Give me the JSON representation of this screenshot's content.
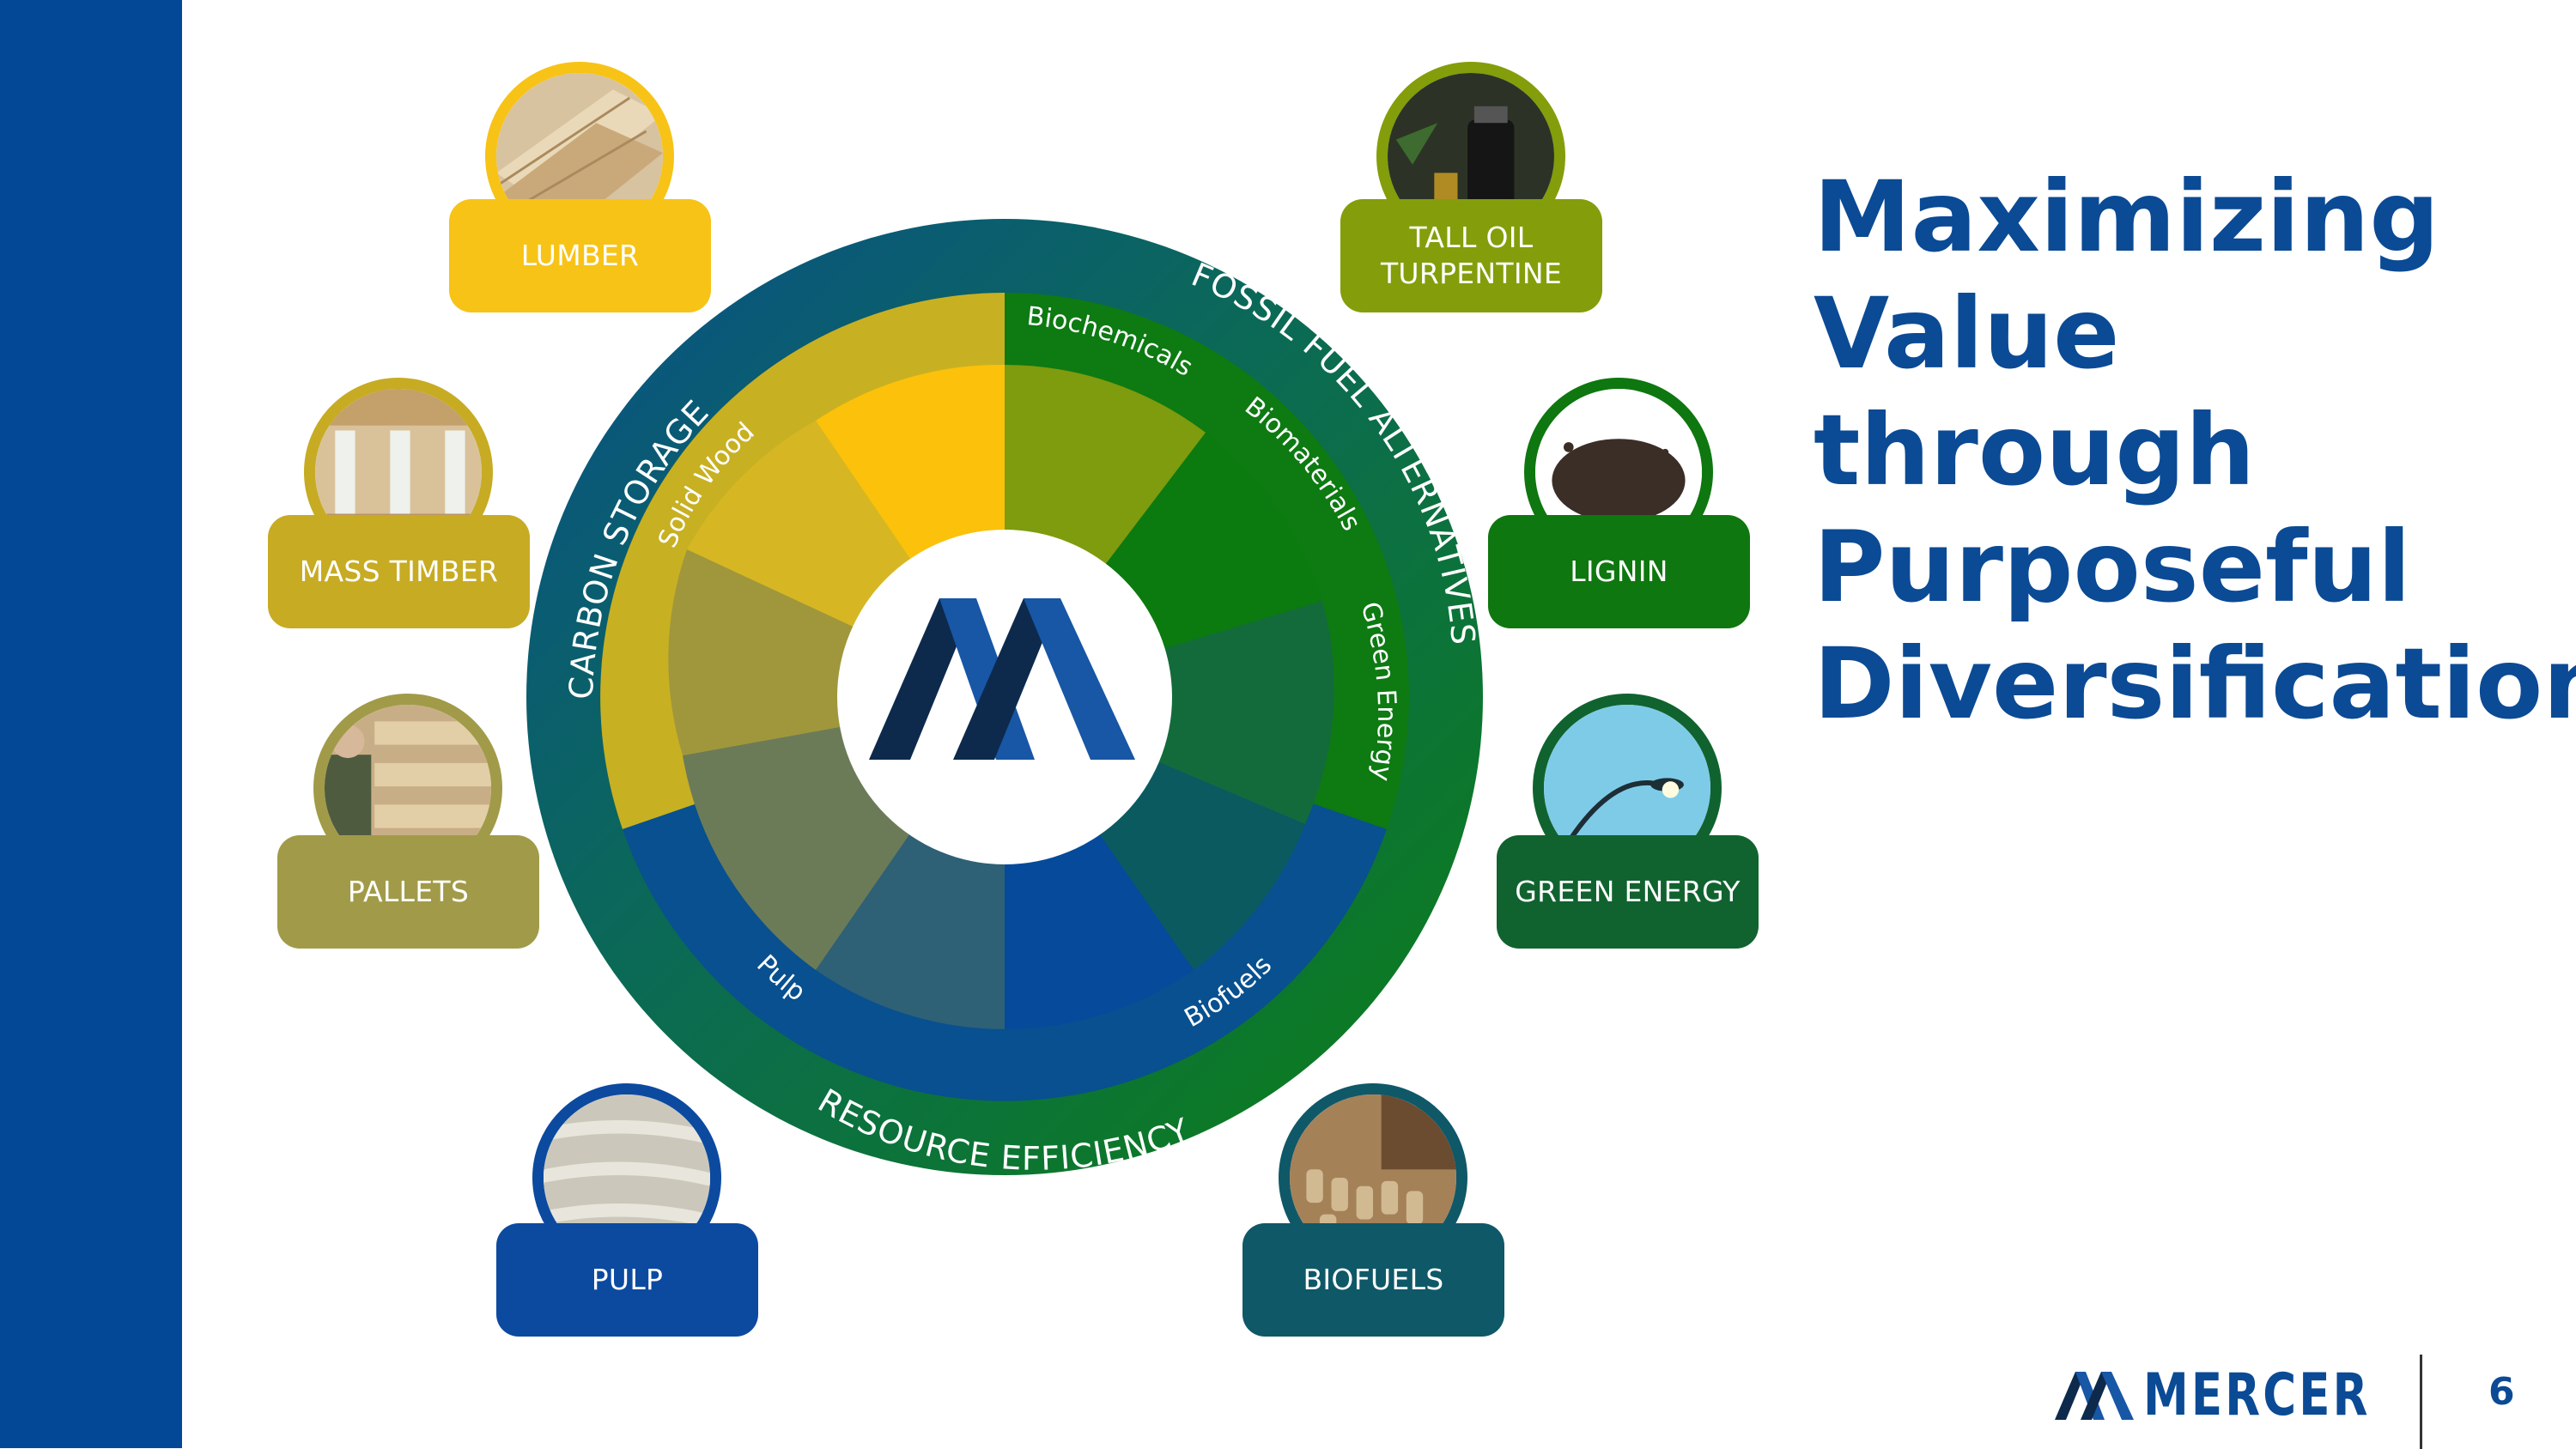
{
  "title_lines": [
    "Maximizing",
    "Value",
    "through",
    "Purposeful",
    "Diversification"
  ],
  "wheel": {
    "outer_labels": {
      "carbon_storage": "CARBON STORAGE",
      "fossil_fuel_alternatives": "FOSSIL FUEL ALTERNATIVES",
      "resource_efficiency": "RESOURCE EFFICIENCY"
    },
    "inner_labels": {
      "solid_wood": "Solid Wood",
      "biochemicals": "Biochemicals",
      "biomaterials": "Biomaterials",
      "green_energy": "Green Energy",
      "biofuels": "Biofuels",
      "pulp": "Pulp"
    },
    "colors": {
      "ring_yellow": "#c8b023",
      "ring_green": "#0e7a12",
      "ring_blue": "#08508f",
      "center_logo_dark": "#0d2a4c",
      "center_logo_blue": "#1856a6"
    }
  },
  "products": {
    "lumber": {
      "label": "LUMBER",
      "color": "#f7c317",
      "icon": "lumber-photo"
    },
    "mass_timber": {
      "label": "MASS TIMBER",
      "color": "#c7ab23",
      "icon": "mass-timber-photo"
    },
    "pallets": {
      "label": "PALLETS",
      "color": "#a19b49",
      "icon": "pallets-photo"
    },
    "pulp": {
      "label": "PULP",
      "color": "#0c4aa0",
      "icon": "pulp-photo"
    },
    "tall_oil": {
      "label": "TALL OIL\nTURPENTINE",
      "color": "#839e0a",
      "icon": "tall-oil-photo"
    },
    "lignin": {
      "label": "LIGNIN",
      "color": "#0e770f",
      "icon": "lignin-photo"
    },
    "green_energy": {
      "label": "GREEN ENERGY",
      "color": "#10632f",
      "icon": "streetlight-photo"
    },
    "biofuels": {
      "label": "BIOFUELS",
      "color": "#0f5868",
      "icon": "wood-pellets-photo"
    }
  },
  "footer": {
    "brand": "MERCER",
    "page_number": "6"
  }
}
